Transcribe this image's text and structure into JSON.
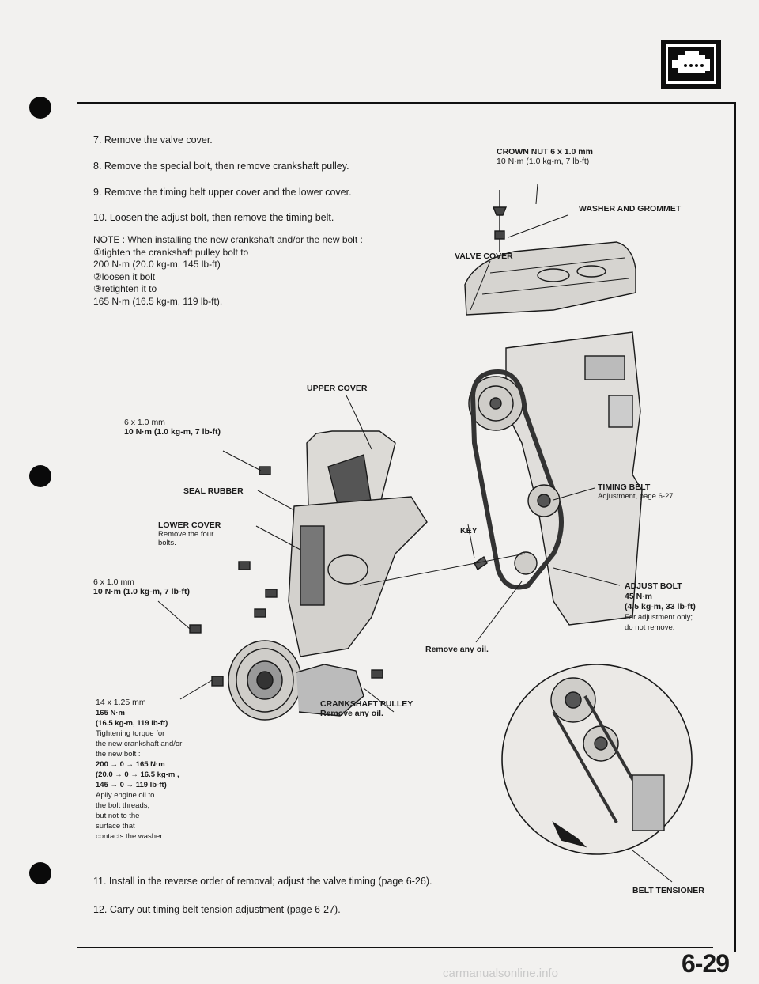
{
  "steps": [
    "7. Remove the valve cover.",
    "8. Remove the special bolt, then remove crankshaft pulley.",
    "9. Remove the timing belt upper cover and the lower cover.",
    "10. Loosen the adjust bolt, then remove the timing belt.",
    "11. Install in the reverse order of removal; adjust the valve timing (page 6-26).",
    "12. Carry out timing belt tension adjustment (page 6-27)."
  ],
  "note": {
    "intro": "NOTE : When installing the new crankshaft and/or the new bolt :",
    "lines": [
      "①tighten the crankshaft pulley bolt to",
      "200 N·m (20.0 kg-m, 145 lb-ft)",
      "②loosen it bolt",
      "③retighten it to",
      "165 N·m (16.5 kg-m, 119 lb-ft)."
    ]
  },
  "callouts": {
    "crown_nut": {
      "title": "CROWN NUT 6 x 1.0 mm",
      "spec": "10 N·m (1.0 kg-m, 7 lb-ft)"
    },
    "washer": "WASHER AND GROMMET",
    "valve_cover": "VALVE COVER",
    "upper_cover": "UPPER COVER",
    "bolt_top": {
      "size": "6 x 1.0 mm",
      "spec": "10 N·m (1.0 kg-m, 7 lb-ft)"
    },
    "seal_rubber": "SEAL RUBBER",
    "lower_cover": {
      "title": "LOWER COVER",
      "sub1": "Remove the four",
      "sub2": "bolts."
    },
    "bolt_mid": {
      "size": "6 x 1.0 mm",
      "spec": "10 N·m (1.0 kg-m, 7 lb-ft)"
    },
    "timing_belt": {
      "title": "TIMING BELT",
      "sub": "Adjustment, page 6-27"
    },
    "key": "KEY",
    "adjust_bolt": {
      "title": "ADJUST BOLT",
      "spec1": "45 N·m",
      "spec2": "(4.5 kg-m, 33 lb-ft)",
      "sub1": "For adjustment only;",
      "sub2": "do not remove."
    },
    "remove_oil": "Remove any oil.",
    "crank_pulley": {
      "title": "CRANKSHAFT PULLEY",
      "sub": "Remove any oil."
    },
    "crank_bolt": {
      "size": "14 x 1.25 mm",
      "spec1": "165 N·m",
      "spec2": "(16.5 kg-m, 119 lb-ft)",
      "lines": [
        "Tightening torque for",
        "the new crankshaft and/or",
        "the new bolt :",
        "200 → 0 → 165 N·m",
        "(20.0 → 0 → 16.5 kg-m ,",
        "145 → 0 → 119 lb-ft)",
        "Aplly engine oil to",
        "the bolt threads,",
        "but not to the",
        "surface that",
        "contacts the washer."
      ]
    },
    "belt_tensioner": "BELT TENSIONER"
  },
  "page_number": "6-29",
  "icon": "engine-icon",
  "watermark": "carmanualsonline.info"
}
